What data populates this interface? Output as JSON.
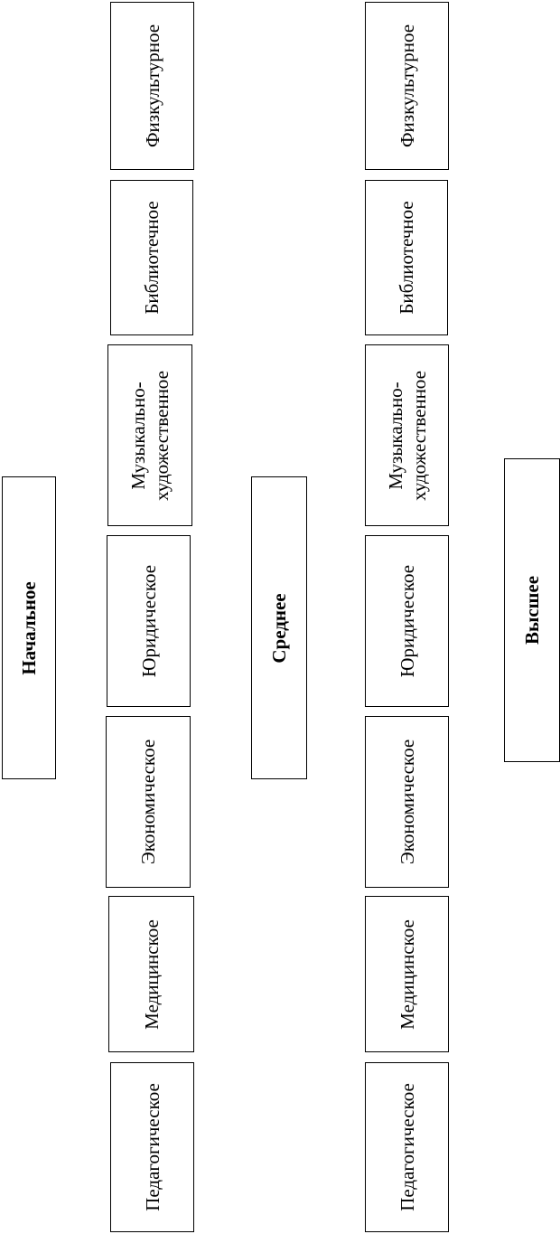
{
  "levels": {
    "primary": "Начальное",
    "secondary": "Среднее",
    "higher": "Высшее"
  },
  "column_a": {
    "physical": "Физкультурное",
    "library": "Библиотечное",
    "music_art": "Музыкально-\nхудожественное",
    "legal": "Юридическое",
    "economic": "Экономическое",
    "medical": "Медицинское",
    "pedagogical": "Педагогическое"
  },
  "column_b": {
    "physical": "Физкультурное",
    "library": "Библиотечное",
    "music_art": "Музыкально-\nхудожественное",
    "legal": "Юридическое",
    "economic": "Экономическое",
    "medical": "Медицинское",
    "pedagogical": "Педагогическое"
  }
}
